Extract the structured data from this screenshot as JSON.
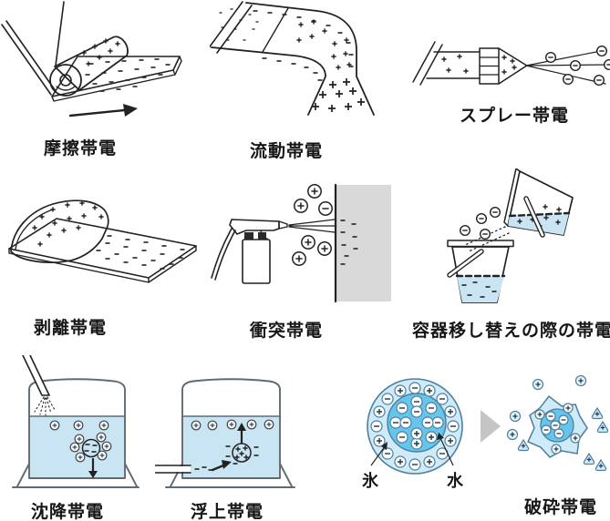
{
  "figure": {
    "panel_count": 9,
    "charge_symbols": {
      "positive": "+",
      "negative": "−"
    }
  },
  "colors": {
    "background": "#ffffff",
    "line_dark": "#222222",
    "liquid_blue": "#c9e5f4",
    "wall_gray": "#d9d9d9",
    "tank_gray": "#5f6a73",
    "ice_light_blue": "#cfeaf8",
    "water_blue": "#66c5ec",
    "panel9_stroke": "#4e7f9d",
    "transfer_arrow_gray": "#c5c5c5"
  },
  "panels": [
    {
      "id": "friction",
      "label": "摩擦帯電"
    },
    {
      "id": "flow",
      "label": "流動帯電"
    },
    {
      "id": "spray",
      "label": "スプレー帯電"
    },
    {
      "id": "peeling",
      "label": "剥離帯電"
    },
    {
      "id": "impact",
      "label": "衝突帯電"
    },
    {
      "id": "container-transfer",
      "label": "容器移し替えの際の帯電"
    },
    {
      "id": "sedimentation",
      "label": "沈降帯電"
    },
    {
      "id": "floating",
      "label": "浮上帯電"
    },
    {
      "id": "crushing",
      "label": "破砕帯電",
      "ice_label": "氷",
      "water_label": "水"
    }
  ]
}
